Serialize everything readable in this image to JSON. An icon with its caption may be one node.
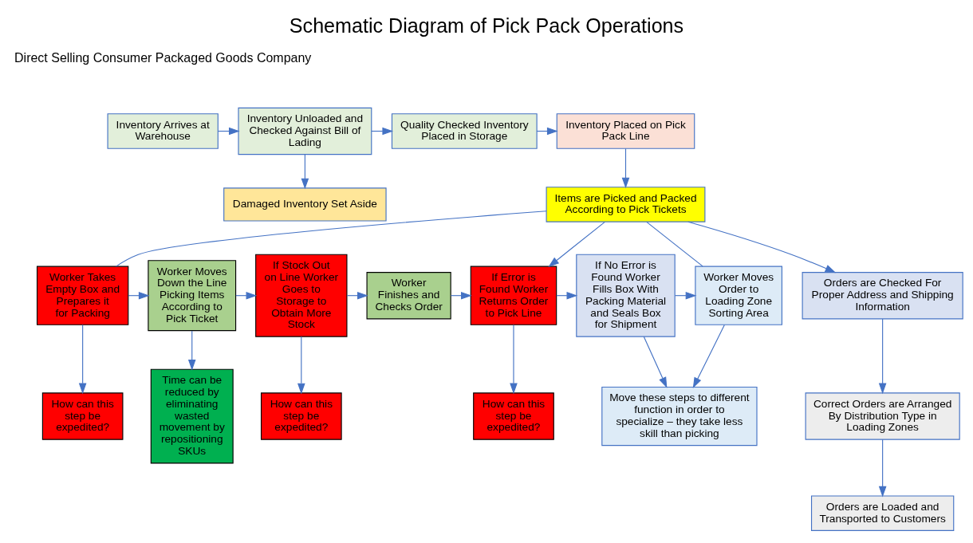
{
  "diagram": {
    "title": "Schematic Diagram of Pick Pack Operations",
    "nodes": [
      {
        "text": [
          "Inventory Arrives at Warehouse"
        ]
      },
      {
        "text": [
          "Inventory Unloaded and Checked Against Bill of Lading"
        ]
      },
      {
        "text": [
          "Quality Checked Inventory Placed in Storage"
        ]
      },
      {
        "text": [
          "Damaged Inventory Set Aside"
        ]
      },
      {
        "text": [
          "Inventory Placed on Pick Pack Line"
        ]
      },
      {
        "text": [
          "Items are Picked and Packed According to Pick Tickets"
        ]
      },
      {
        "text": [
          "Worker Takes Empty Box and Prepares it for Packing"
        ]
      },
      {
        "text": [
          "Worker Moves Down the Line Picking Items According to Pick Ticket"
        ]
      },
      {
        "text": [
          "If Stock Out on Line Worker Goes to Storage to Obtain More Stock"
        ]
      },
      {
        "text": [
          "Worker Finishes and Checks Order"
        ]
      },
      {
        "text": [
          "If Error is Found Worker Returns Order to Pick Line"
        ]
      },
      {
        "text": [
          "If No Error is Found Worker Fills Box With Packing Material and Seals Box for Shipment"
        ]
      },
      {
        "text": [
          "Worker Moves Order to Loading Zone Sorting Area"
        ]
      },
      {
        "text": [
          "Orders are Checked For Proper Address and Shipping Information"
        ]
      },
      {
        "text": [
          "Correct Orders are Arranged By Distribution Type in Loading Zones"
        ]
      },
      {
        "text": [
          "Orders are Loaded and Transported to Customers"
        ]
      },
      {
        "text": [
          "How can this step be expedited?"
        ]
      },
      {
        "text": [
          "Time can be reduced by eliminating wasted movement by repositioning SKUs"
        ]
      },
      {
        "text": [
          "How can this step be expedited?"
        ]
      },
      {
        "text": [
          "How can this step be expedited?"
        ]
      },
      {
        "text": [
          "Move these steps to different function in order to specialize – they take less skill than picking"
        ]
      }
    ],
    "edges": [
      {
        "from": 0,
        "to": 1,
        "arrow": "to"
      },
      {
        "from": 1,
        "to": 2,
        "arrow": "to"
      },
      {
        "from": 2,
        "to": 4,
        "arrow": "to"
      },
      {
        "from": 1,
        "to": 3,
        "arrow": "to"
      },
      {
        "from": 4,
        "to": 5,
        "arrow": "to"
      },
      {
        "from": 5,
        "to": 6,
        "arrow": "none"
      },
      {
        "from": 5,
        "to": 10,
        "arrow": "to"
      },
      {
        "from": 5,
        "to": 12,
        "arrow": "none"
      },
      {
        "from": 5,
        "to": 13,
        "arrow": "to"
      },
      {
        "from": 6,
        "to": 7,
        "arrow": "to"
      },
      {
        "from": 7,
        "to": 8,
        "arrow": "to"
      },
      {
        "from": 8,
        "to": 9,
        "arrow": "to"
      },
      {
        "from": 9,
        "to": 10,
        "arrow": "to"
      },
      {
        "from": 10,
        "to": 11,
        "arrow": "to"
      },
      {
        "from": 11,
        "to": 12,
        "arrow": "to"
      },
      {
        "from": 6,
        "to": 16,
        "arrow": "to"
      },
      {
        "from": 7,
        "to": 17,
        "arrow": "to"
      },
      {
        "from": 8,
        "to": 18,
        "arrow": "to"
      },
      {
        "from": 10,
        "to": 19,
        "arrow": "to"
      },
      {
        "from": 11,
        "to": 20,
        "arrow": "to"
      },
      {
        "from": 12,
        "to": 20,
        "arrow": "to"
      },
      {
        "from": 13,
        "to": 14,
        "arrow": "to"
      },
      {
        "from": 14,
        "to": 15,
        "arrow": "to"
      }
    ],
    "labels": [
      "Direct Selling Consumer Packaged Goods Company"
    ]
  }
}
